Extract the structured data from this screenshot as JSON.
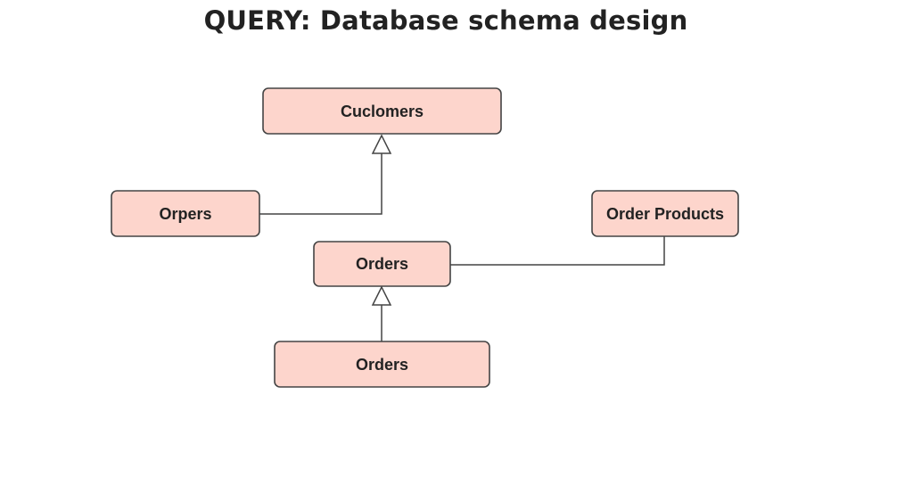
{
  "title": "QUERY: Database schema design",
  "colors": {
    "node_fill": "#fdd5cc",
    "node_stroke": "#444444",
    "edge_stroke": "#444444",
    "arrow_fill": "#ffffff"
  },
  "nodes": {
    "customers": {
      "label": "Cuclomers"
    },
    "orpers": {
      "label": "Orpers"
    },
    "order_products": {
      "label": "Order Products"
    },
    "orders_mid": {
      "label": "Orders"
    },
    "orders_bottom": {
      "label": "Orders"
    }
  },
  "edges": [
    {
      "from": "orpers",
      "to": "customers",
      "type": "inheritance"
    },
    {
      "from": "orders_mid",
      "to": "order_products",
      "type": "association"
    },
    {
      "from": "orders_bottom",
      "to": "orders_mid",
      "type": "inheritance"
    }
  ]
}
